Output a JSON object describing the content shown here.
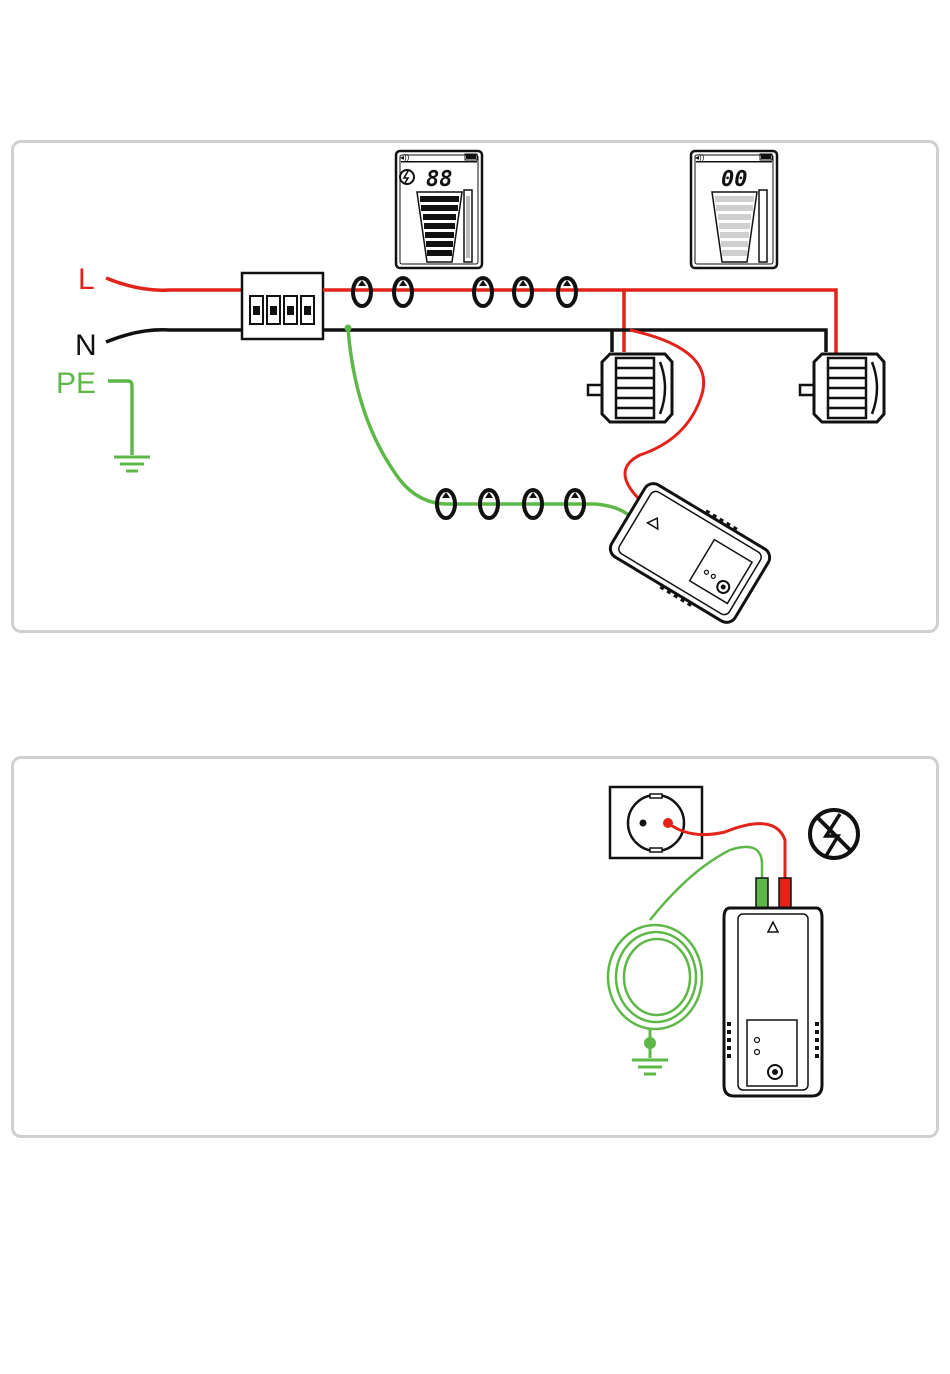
{
  "diagram_top": {
    "labels": {
      "live": "L",
      "neutral": "N",
      "earth": "PE"
    },
    "display_left": {
      "reading": "88"
    },
    "display_right": {
      "reading": "00"
    }
  },
  "colors": {
    "live": "#e2231a",
    "neutral": "#111111",
    "earth": "#5db848",
    "panel_border": "#d0d0d0"
  }
}
